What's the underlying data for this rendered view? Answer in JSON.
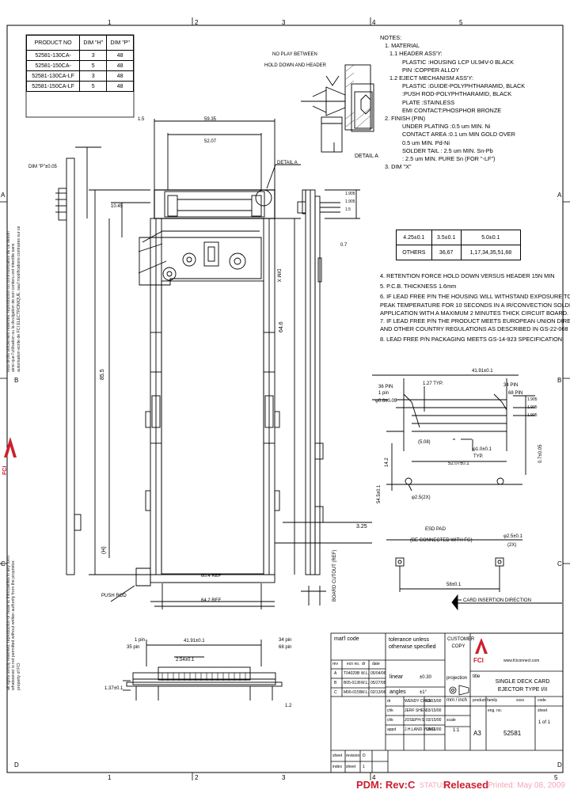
{
  "border": {
    "cols": [
      "1",
      "2",
      "3",
      "4",
      "5"
    ],
    "rows": [
      "A",
      "B",
      "C",
      "D"
    ]
  },
  "product_table": {
    "headers": [
      "PRODUCT NO",
      "DIM \"H\"",
      "DIM \"P\""
    ],
    "rows": [
      [
        "52581-130CA-",
        "3",
        "48"
      ],
      [
        "52581-150CA-",
        "5",
        "48"
      ],
      [
        "52581-130CA-LF",
        "3",
        "48"
      ],
      [
        "52581-150CA-LF",
        "5",
        "48"
      ]
    ]
  },
  "side_text": {
    "upper": [
      "tous droits strictement reserves. reproduction ou communication de ce dessin",
      "ainsi que l'utilisation ou la divulgation de son contenu est interdite sans",
      "autorisation ecrite de FCI ELECTRONIQUE, sauf modifications contraires sur ce"
    ],
    "lower": [
      "all rights strictly reserved. reproduction or issue to third parties in any form",
      "whatsoever is not permitted without written authority from the proprietor.",
      "property of FCI"
    ],
    "logo_letters": "FCI"
  },
  "notes": {
    "title": "NOTES:",
    "lines": [
      "1. MATERIAL",
      "  1.1 HEADER ASS'Y:",
      "      PLASTIC  :HOUSING  LCP  UL94V-0  BLACK",
      "      PIN      :COPPER ALLOY",
      "  1.2 EJECT MECHANISM ASS'Y:",
      "      PLASTIC  :GUIDE-POLYPHTHARAMID, BLACK",
      "               :PUSH ROD-POLYPHTHARAMID, BLACK",
      "      PLATE    :STAINLESS",
      "      EMI CONTACT:PHOSPHOR BRONZE",
      "2. FINISH (PIN)",
      "      UNDER PLATING :0.5 um MIN. Ni",
      "      CONTACT AREA  :0.1 um MIN GOLD OVER",
      "                      0.5 um MIN. Pd-Ni",
      "      SOLDER TAIL   : 2.5 um MIN. Sn-Pb",
      "                     : 2.5 um MIN. PURE Sn (FOR \"-LF\")",
      "3. DIM \"X\""
    ],
    "dimx_table": [
      [
        "4.25±0.1",
        "3.5±0.1",
        "5.0±0.1"
      ],
      [
        "OTHERS",
        "36,67",
        "1,17,34,35,51,68"
      ]
    ],
    "lines2": [
      "4. RETENTION FORCE HOLD DOWN VERSUS HEADER 15N MIN",
      "5. P.C.B. THICKNESS 1.6mm",
      "6. IF LEAD FREE P/N THE HOUSING WILL WITHSTAND EXPOSURE TO 260°C",
      "   PEAK TEMPERATURE FOR 10 SECONDS IN A IR/CONVECTION SOLDER",
      "   APPLICATION WITH A MAXIMUM 2 MINUTES THICK CIRCUIT BOARD.",
      "7. IF LEAD FREE P/N THE PRODUCT MEETS EUROPEAN UNION DIRECTIVES",
      "   AND OTHER COUNTRY REGULATIONS AS DESCRIBED IN GS-22-008",
      "8. LEAD FREE P/N PACKAGING MEETS GS-14-923 SPECIFICATION"
    ]
  },
  "labels": {
    "hold_down": "HOLD DOWN AND HEADER",
    "play": "NO PLAY BETWEEN",
    "detail_a_top": "DETAIL A",
    "detail_a": "DETAIL A",
    "dim_p": "DIM \"P\"±0.05",
    "d1_905": "1.905",
    "d1_5": "1.5",
    "d59_35": "59.35",
    "d52_07": "52.07",
    "d10_45": "10.45",
    "d0_7": "0.7",
    "dim_x": "DIM X",
    "d85_5": "85.5",
    "d64_6": "64.6",
    "d3_25": "3.25",
    "d_h": "(H)",
    "push_rod": "PUSH ROD",
    "d60_4": "60.4 REF",
    "d64_2": "64.2 REF",
    "board_cutout": "BOARD CUTOUT (REF)",
    "d_1_905": "1.905",
    "p_36": "36 PIN",
    "p_34": "34 PIN",
    "p_68": "68 PIN",
    "d1_27": "1.27 TYP.",
    "d_0_6": "φ0.6±0.05",
    "d41_91": "41.91±0.1",
    "d5_08": "(5.08)",
    "d52_07b": "52.07±0.1",
    "d1_0": "φ1.0±0.1",
    "typ": "TYP.",
    "d0_7b": "0.7±0.05",
    "d14_2": "14.2",
    "d54_5": "54.5±0.1",
    "d2_5": "φ2.5(2X)",
    "esd_pad": "ESD PAD",
    "esd_note": "(BE CONNECTED WITH FG)",
    "d2_5b": "φ2.5±0.1",
    "x2": "(2X)",
    "d58": "58±0.1",
    "card_dir": "CARD INSERTION DIRECTION",
    "p_1": "1 pin",
    "p_35": "35 pin",
    "p_34b": "34 pin",
    "p_68b": "68 pin",
    "d41_91b": "41.91±0.1",
    "d2_54": "2.54±0.1",
    "d1_2": "1.2",
    "d1_37": "1.37±0.1"
  },
  "title_block": {
    "matl_code": "mat'l code",
    "tolerance": "tolerance unless otherwise specified",
    "customer_copy": "CUSTOMER COPY",
    "linear": "linear",
    "linear_val": "±0.30",
    "angles": "angles",
    "angles_val": "±1°",
    "projection": "projection",
    "title_label": "title",
    "title": "SINGLE DECK CARD EJECTOR TYPE I/II",
    "product_family": "product family",
    "product_family_val": "xxxx",
    "code_label": "code",
    "eng_label": "eng. no.",
    "eng_val": "52581",
    "size": "A3",
    "scale_label": "scale",
    "scale_val": "1:1",
    "unit": "mm / inch",
    "sheet_label": "sheet",
    "sheet_val": "1 of 1",
    "brand_url": "www.fciconnect.com",
    "rev_header": [
      "rev",
      "ecn no.",
      "dr",
      "date"
    ],
    "revisions": [
      [
        "A",
        "T04029B",
        "W.L.",
        "05/04/06"
      ],
      [
        "B",
        "B05-0136",
        "W.L.",
        "05/27/08"
      ],
      [
        "C",
        "M06-0155",
        "W.L.",
        "02/13/08"
      ]
    ],
    "approvals": [
      [
        "dr",
        "WENDY CHEN",
        "03/15/00"
      ],
      [
        "chk",
        "JERF SHEN",
        "03/15/00"
      ],
      [
        "chk",
        "JOSEPH-S",
        "03/15/00"
      ],
      [
        "appd",
        "J.H.LAND-YUNG",
        "03/15/00"
      ]
    ],
    "sheet_rev": [
      "sheet",
      "revision",
      "index",
      "sheet"
    ],
    "sheet_rev_vals": [
      "D",
      "1"
    ]
  },
  "footer": {
    "pdm": "PDM: Rev:C",
    "status_label": "STATUS:",
    "status_val": "Released",
    "printed": "Printed: May 08, 2009"
  },
  "colors": {
    "red": "#cc1f2f",
    "pink": "#f3a5b5"
  }
}
